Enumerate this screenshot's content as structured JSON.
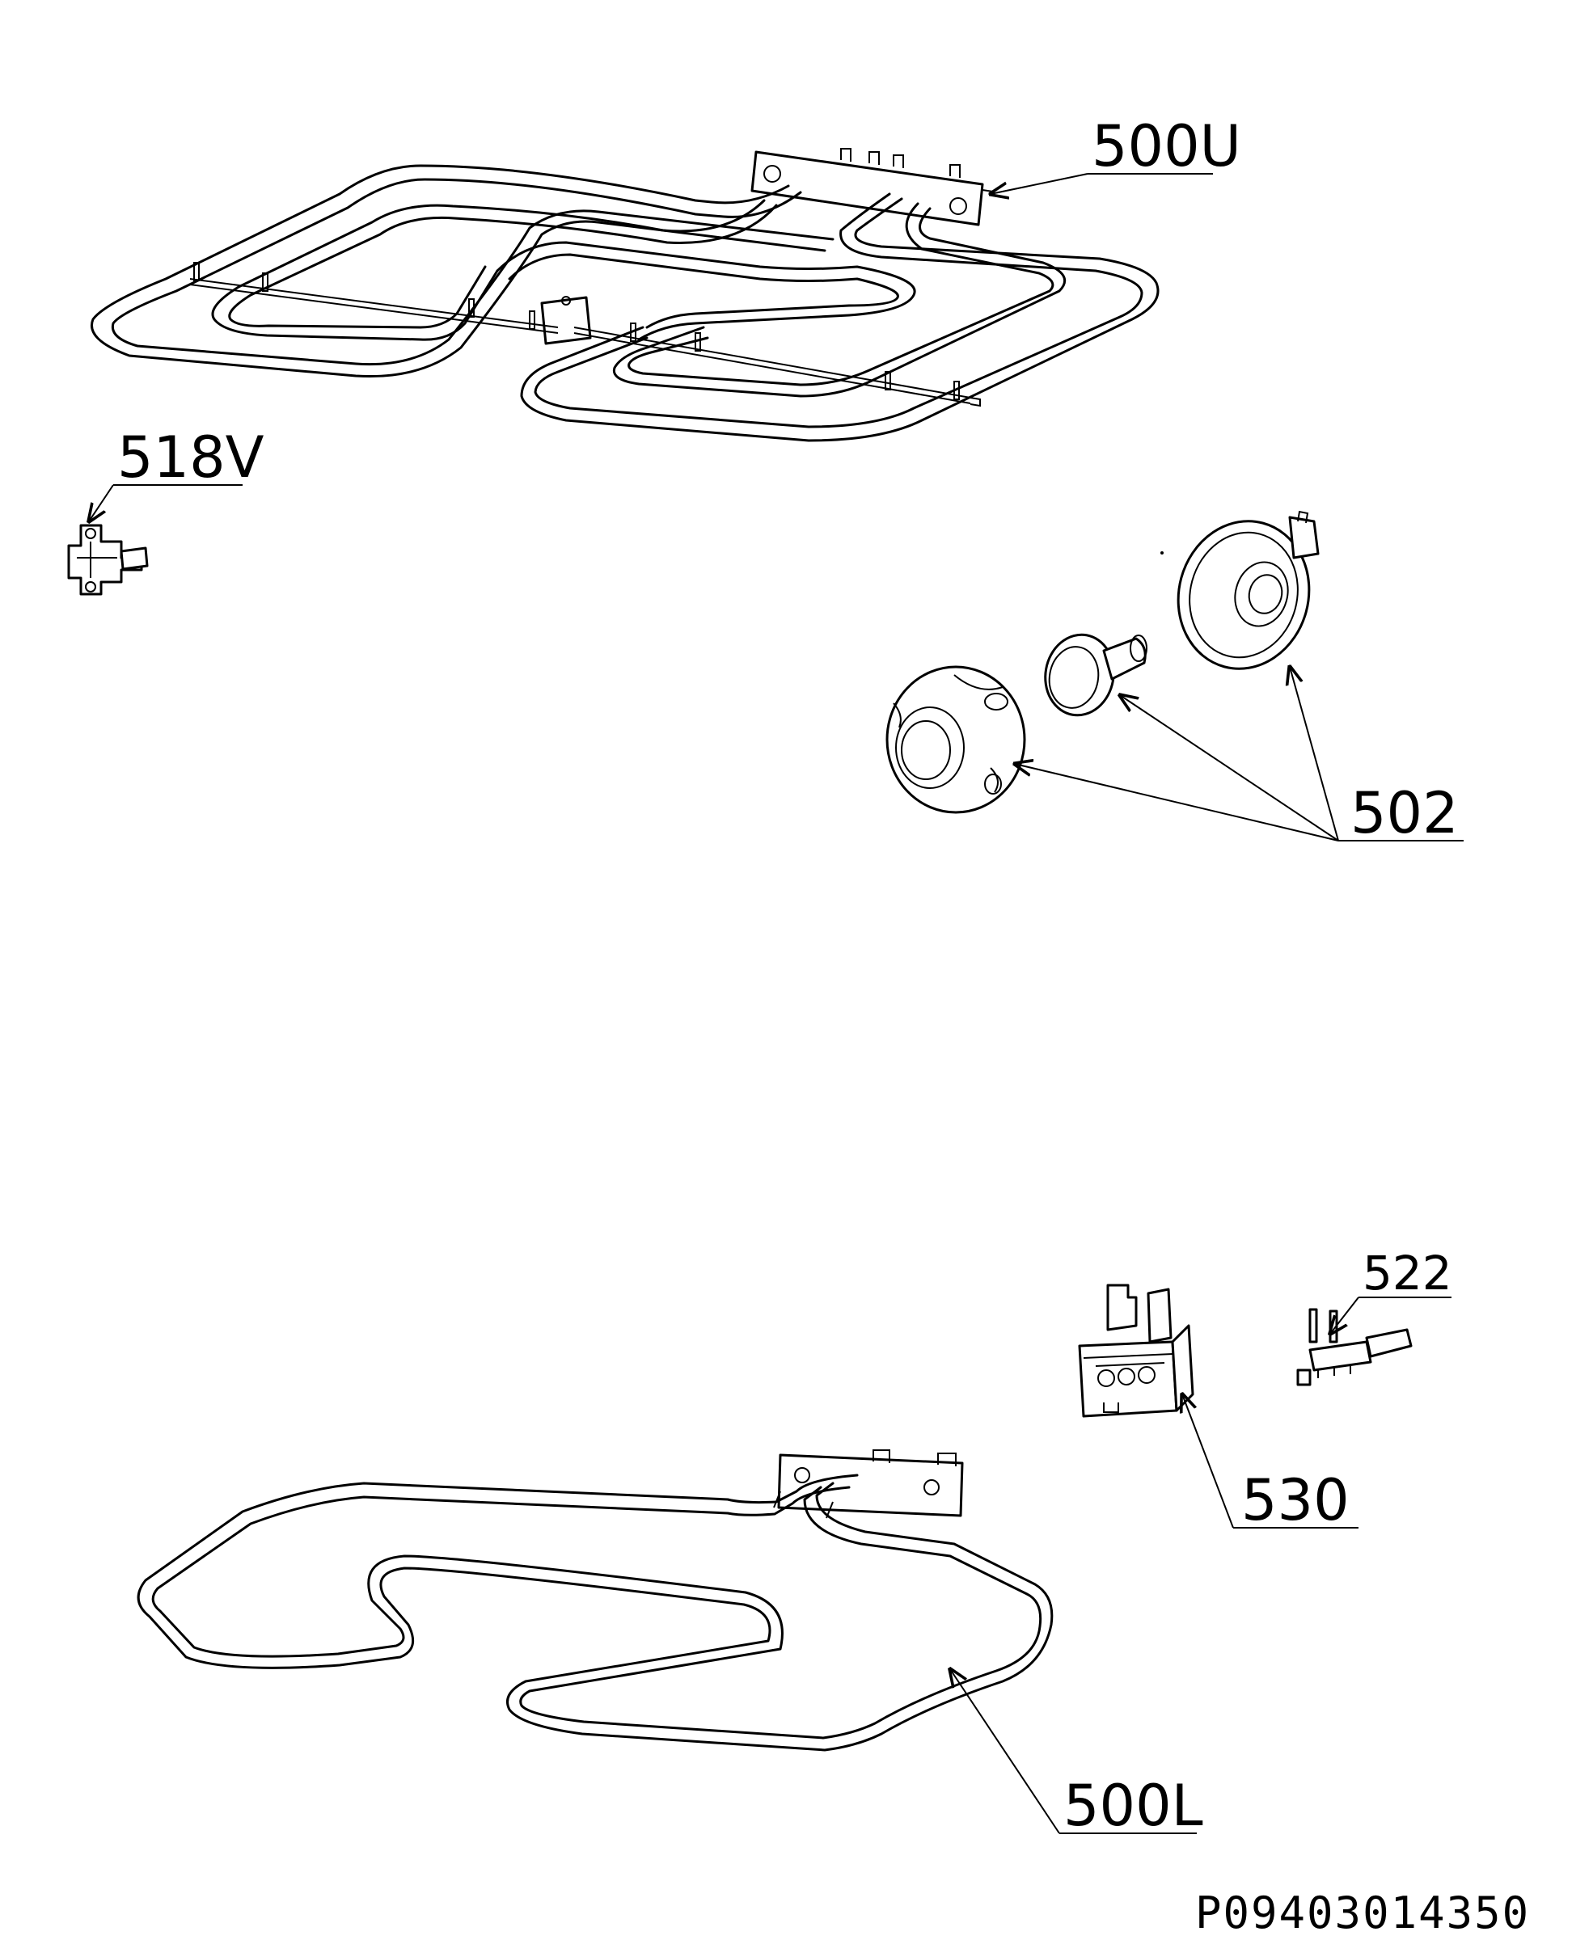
{
  "diagram": {
    "labels": {
      "upper_heating_element": "500U",
      "thermostat": "518V",
      "lamp_assembly": "502",
      "terminal_block": "530",
      "small_part": "522",
      "lower_heating_element": "500L"
    },
    "document_code": "P09403014350"
  }
}
